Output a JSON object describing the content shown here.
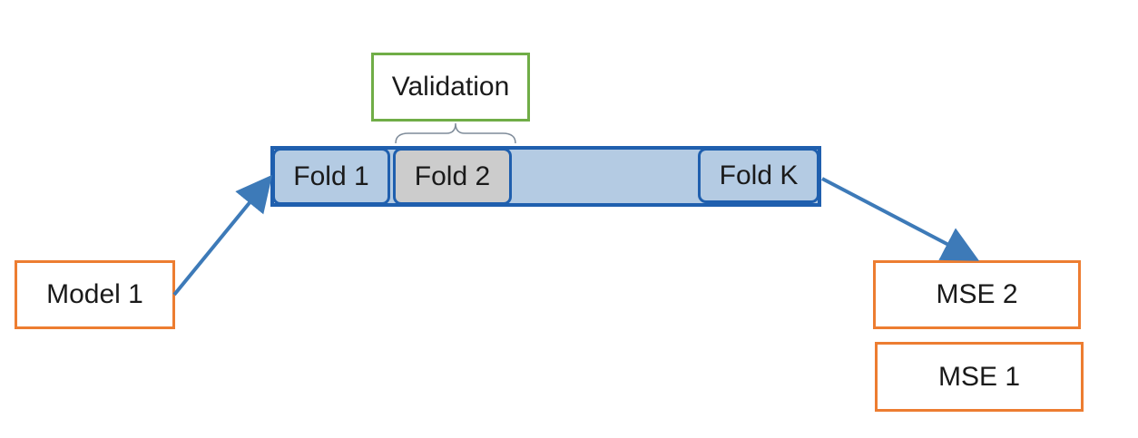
{
  "validation_label": "Validation",
  "folds": [
    {
      "label": "Fold 1",
      "role": "train",
      "fill": "#b4cbe3"
    },
    {
      "label": "Fold 2",
      "role": "validation",
      "fill": "#cccccc"
    },
    {
      "label": "Fold K",
      "role": "train",
      "fill": "#b4cbe3"
    }
  ],
  "model_label": "Model 1",
  "results": [
    "MSE 2",
    "MSE 1"
  ],
  "colors": {
    "data_bar": "#b4cbe3",
    "data_border": "#1f5fae",
    "validation_fold": "#cccccc",
    "model_and_result_border": "#ed7d31",
    "validation_border": "#70ad47",
    "arrow": "#3d7ab8"
  }
}
